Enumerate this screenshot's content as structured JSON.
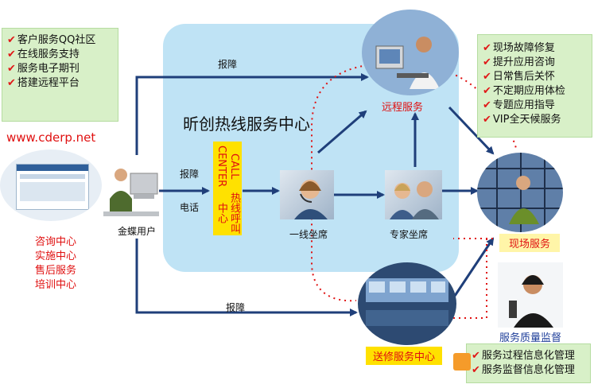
{
  "hub_title": "昕创热线服务中心",
  "call_center": {
    "en": "CALL CENTER",
    "cn": "热线呼叫中心"
  },
  "website": "www.cderp.net",
  "left_box_items": [
    "客户服务QQ社区",
    "在线服务支持",
    "服务电子期刊",
    "搭建远程平台"
  ],
  "right_box_items": [
    "现场故障修复",
    "提升应用咨询",
    "日常售后关怀",
    "不定期应用体检",
    "专题应用指导",
    "VIP全天候服务"
  ],
  "bottom_box_items": [
    "服务过程信息化管理",
    "服务监督信息化管理"
  ],
  "centers": [
    "咨询中心",
    "实施中心",
    "售后服务",
    "培训中心"
  ],
  "nodes": {
    "user": "金蝶用户",
    "first_line": "一线坐席",
    "expert": "专家坐席",
    "remote": "远程服务",
    "onsite": "现场服务",
    "repair": "送修服务中心",
    "quality": "服务质量监督"
  },
  "edge_labels": {
    "top": "报障",
    "middle": "报障",
    "phone": "电话",
    "bottom": "报障"
  },
  "colors": {
    "hub": "#bfe3f5",
    "arrow": "#1f3f7a",
    "red": "#e01010",
    "green_box": "#d8f0c8",
    "yellow": "#ffe100"
  },
  "icons": {
    "check": "✔"
  }
}
